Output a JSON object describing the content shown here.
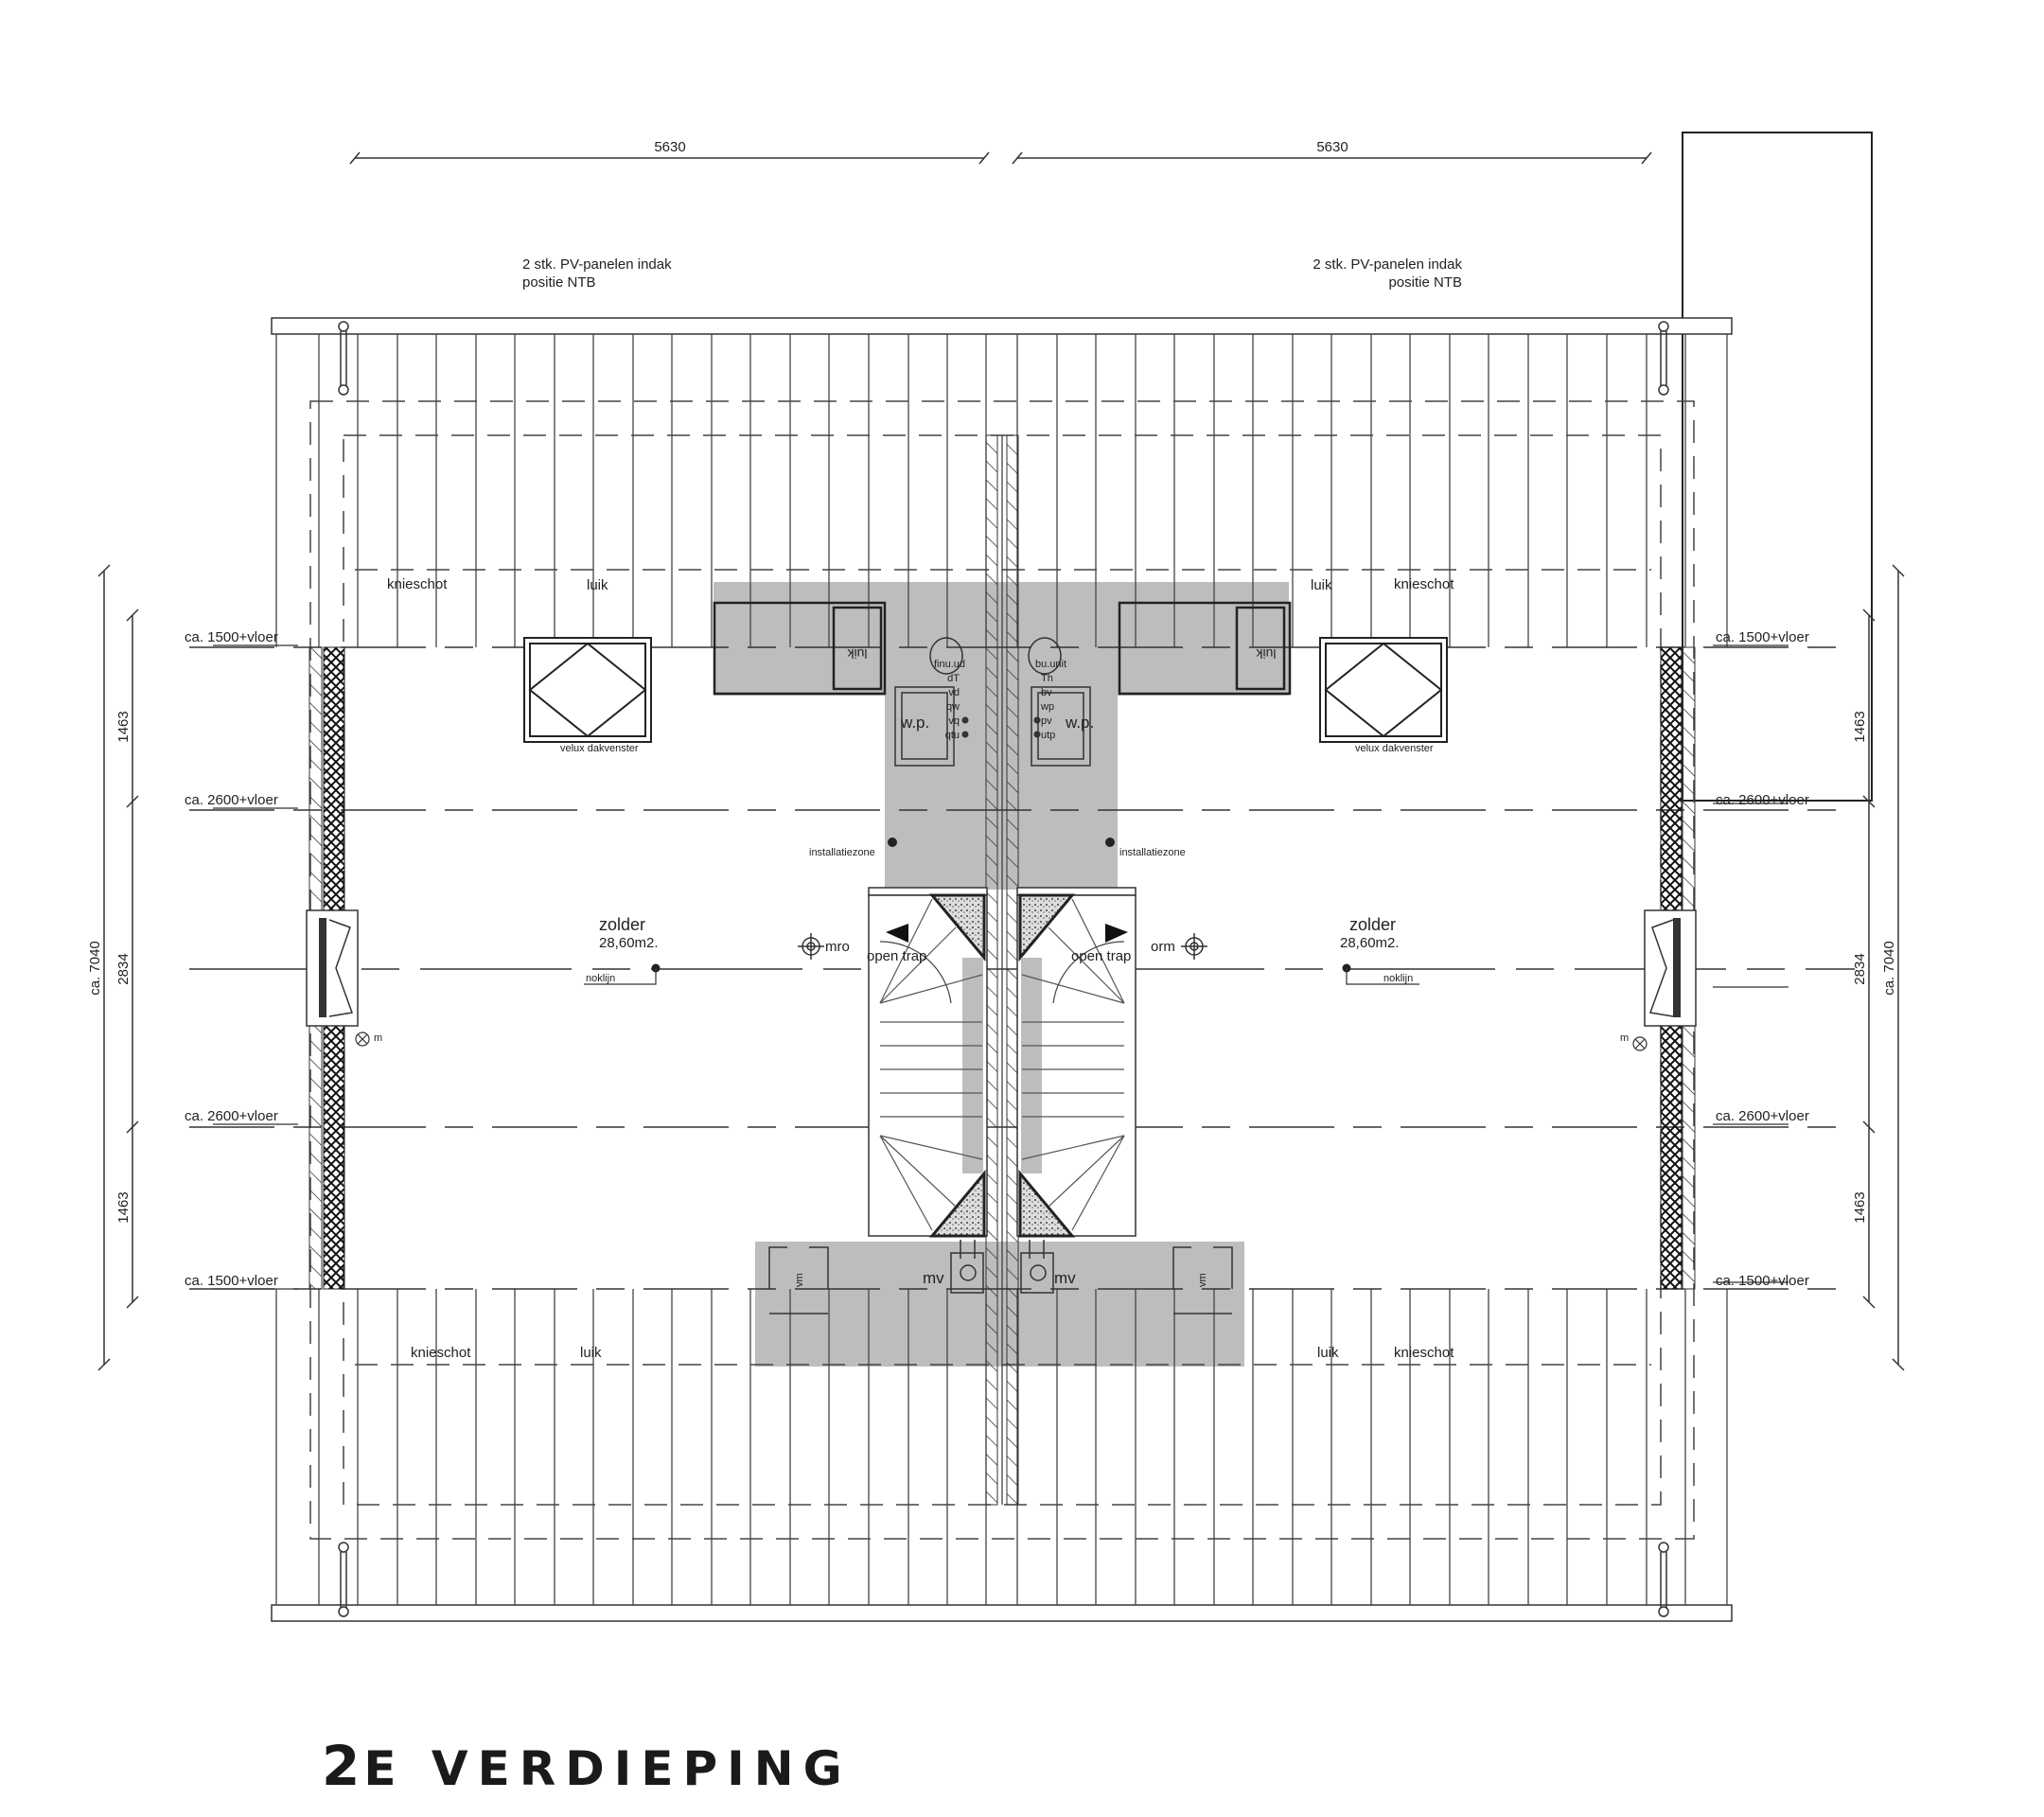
{
  "drawing": {
    "title_prefix": "2",
    "title_suffix": "E VERDIEPING",
    "top_dimensions": [
      {
        "label": "5630"
      },
      {
        "label": "5630"
      }
    ],
    "pv_notes": [
      {
        "line1": "2 stk. PV-panelen indak",
        "line2": "positie NTB"
      },
      {
        "line1": "2 stk. PV-panelen indak",
        "line2": "positie NTB"
      }
    ],
    "height_markers": {
      "left": [
        "ca. 1500+vloer",
        "ca. 2600+vloer",
        "ca. 2600+vloer",
        "ca. 1500+vloer"
      ],
      "right": [
        "ca. 1500+vloer",
        "ca. 2600+vloer",
        "ca. 2600+vloer",
        "ca. 1500+vloer"
      ]
    },
    "side_dimensions": {
      "overall": "ca. 7040",
      "segments": [
        "1463",
        "2834",
        "1463"
      ]
    },
    "rooms": [
      {
        "name": "zolder",
        "area": "28,60m2."
      },
      {
        "name": "zolder",
        "area": "28,60m2."
      }
    ],
    "labels": {
      "knieschot": "knieschot",
      "luik": "luik",
      "luik_mirrored": "luik",
      "velux": "velux dakvenster",
      "installatiezone": "installatiezone",
      "open_trap": "open trap",
      "noklijn": "noklijn",
      "wp": "w.p.",
      "mv": "mv",
      "vm": "vm",
      "m": "m",
      "orm_left": "mro",
      "orm_right": "orm"
    },
    "wp_connections_left": [
      "finu.ud",
      "dT",
      "vd",
      "qw",
      "vq",
      "qtu"
    ],
    "wp_connections_right": [
      "bu.unit",
      "Th",
      "bv",
      "wp",
      "pv",
      "utp"
    ],
    "colors": {
      "line": "#222222",
      "zone_fill": "#bdbdbd",
      "background": "#ffffff"
    }
  }
}
